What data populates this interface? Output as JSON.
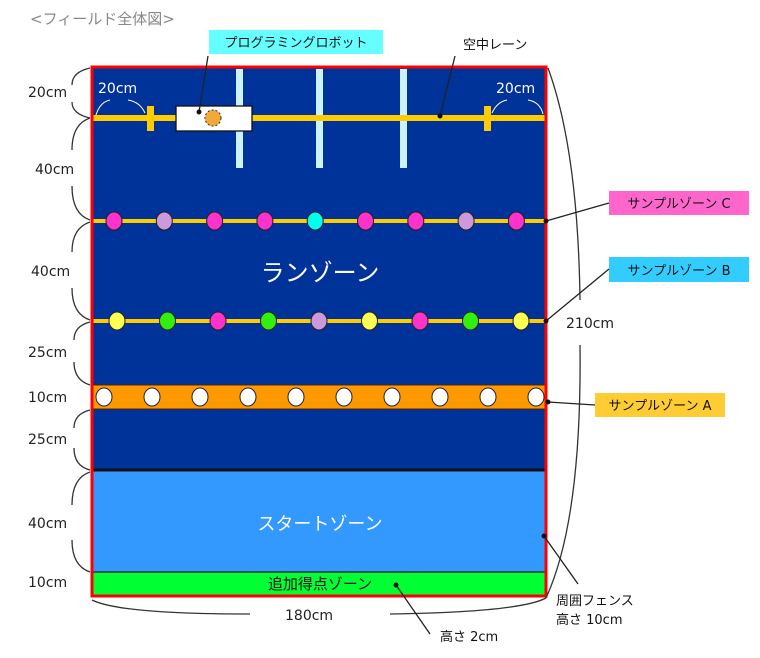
{
  "title": "<フィールド全体図>",
  "callouts": {
    "robot": "プログラミングロボット",
    "aerial_lane": "空中レーン",
    "sample_c": "サンプルゾーン C",
    "sample_b": "サンプルゾーン B",
    "sample_a": "サンプルゾーン A",
    "fence_line1": "周囲フェンス",
    "fence_line2": "高さ 10cm",
    "zone_height": "高さ 2cm"
  },
  "zones": {
    "run": "ランゾーン",
    "start": "スタートゾーン",
    "bonus": "追加得点ゾーン"
  },
  "dimensions": {
    "left": [
      "20cm",
      "40cm",
      "40cm",
      "25cm",
      "10cm",
      "25cm",
      "40cm",
      "10cm"
    ],
    "inner_left": "20cm",
    "inner_right": "20cm",
    "total_height": "210cm",
    "width": "180cm"
  },
  "colors": {
    "field": "#003399",
    "fence": "#ff0000",
    "lane": "#ffcc00",
    "start": "#3399ff",
    "bonus": "#00ff33",
    "sample_a_band": "#ff9900",
    "bar": "#ccf2ff",
    "callout_robot": "#66ffff",
    "callout_c": "#ff66cc",
    "callout_b": "#33ccff",
    "callout_a": "#ffcc33"
  },
  "samples": {
    "c": [
      "#ff33cc",
      "#cc99dd",
      "#ff33cc",
      "#ff33cc",
      "#00ffee",
      "#ff33cc",
      "#ff33cc",
      "#cc99dd",
      "#ff33cc"
    ],
    "b": [
      "#ffff55",
      "#33ee11",
      "#ff33cc",
      "#33ee11",
      "#cc99dd",
      "#ffff55",
      "#ff33cc",
      "#33ee11",
      "#ffff55"
    ],
    "a": [
      "#ffffff",
      "#ffffff",
      "#ffffff",
      "#ffffff",
      "#ffffff",
      "#ffffff",
      "#ffffff",
      "#ffffff",
      "#ffffff",
      "#ffffff"
    ]
  }
}
